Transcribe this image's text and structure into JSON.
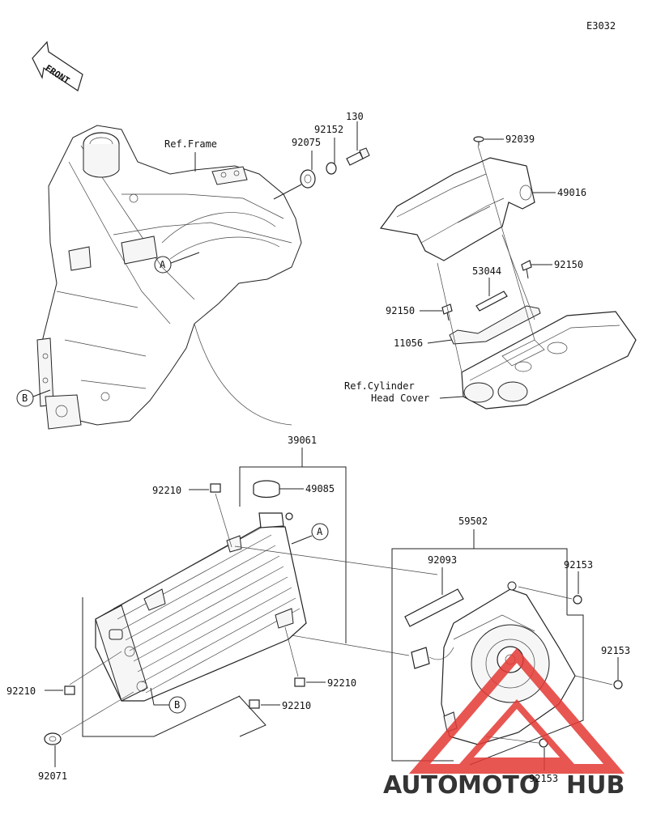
{
  "diagram_code": "E3032",
  "front_label": "FRONT",
  "callouts": {
    "a": "A",
    "b": "B"
  },
  "references": {
    "frame": "Ref.Frame",
    "cylinder_line1": "Ref.Cylinder",
    "cylinder_line2": "Head Cover"
  },
  "part_numbers": {
    "p130": "130",
    "p92152": "92152",
    "p92075": "92075",
    "p92039": "92039",
    "p49016": "49016",
    "p53044": "53044",
    "p92150_right": "92150",
    "p92150_left": "92150",
    "p11056": "11056",
    "p39061": "39061",
    "p92210_top": "92210",
    "p49085": "49085",
    "p92210_left": "92210",
    "p92210_right": "92210",
    "p92210_bottom": "92210",
    "p92071": "92071",
    "p59502": "59502",
    "p92093": "92093",
    "p92153_top": "92153",
    "p92153_mid": "92153",
    "p92153_bottom": "92153"
  },
  "watermark": {
    "auto": "AUTO",
    "moto": "MOTO",
    "hub": "HUB",
    "accent_color": "#e53935",
    "secondary_color": "#f4a62a",
    "hub_color": "#8a8a8a"
  }
}
